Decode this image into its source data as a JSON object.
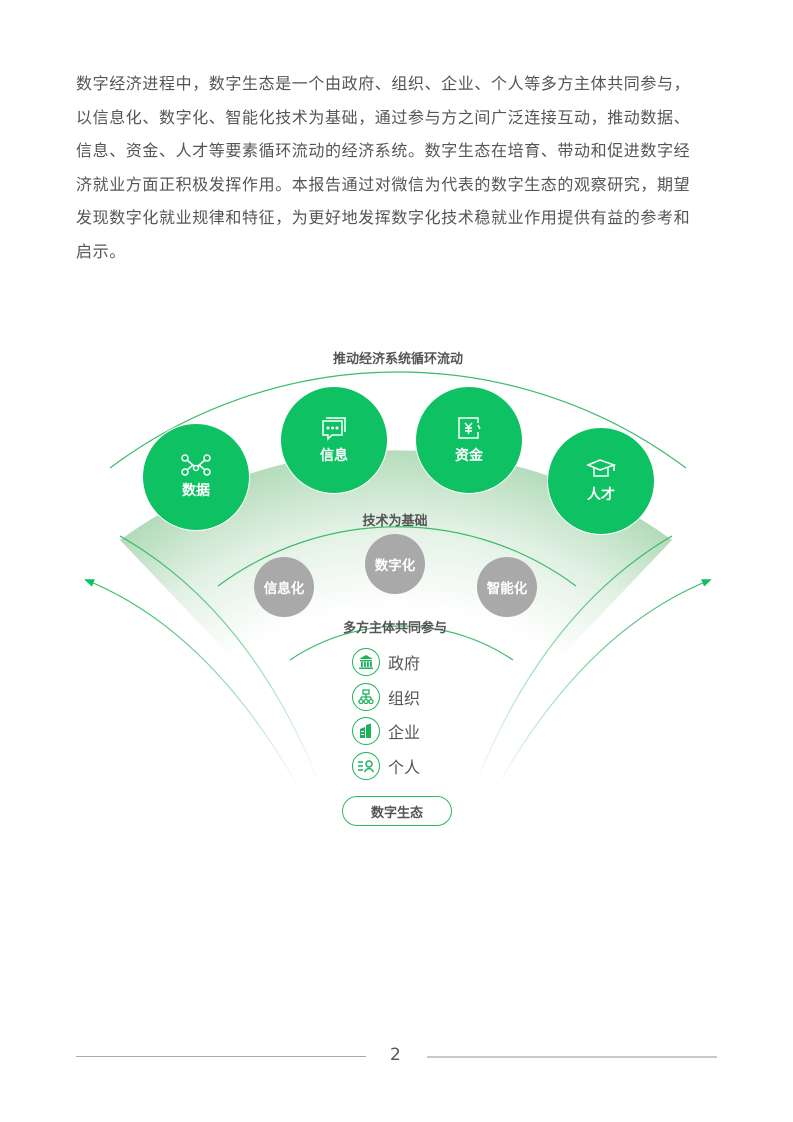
{
  "paragraph": {
    "lines": [
      "数字经济进程中，数字生态是一个由政府、组织、企业、个人等多方主体共同参与，",
      "以信息化、数字化、智能化技术为基础，通过参与方之间广泛连接互动，推动数据、",
      "信息、资金、人才等要素循环流动的经济系统。数字生态在培育、带动和促进数字经",
      "济就业方面正积极发挥作用。本报告通过对微信为代表的数字生态的观察研究，期望",
      "发现数字化就业规律和特征，为更好地发挥数字化技术稳就业作用提供有益的参考和",
      "启示。"
    ]
  },
  "diagram": {
    "outer_title": "推动经济系统循环流动",
    "elements": [
      {
        "label": "数据",
        "icon": "network-nodes-icon"
      },
      {
        "label": "信息",
        "icon": "chat-bubble-icon"
      },
      {
        "label": "资金",
        "icon": "yen-document-icon"
      },
      {
        "label": "人才",
        "icon": "graduation-cap-icon"
      }
    ],
    "middle_title": "技术为基础",
    "technologies": [
      {
        "label": "信息化"
      },
      {
        "label": "数字化"
      },
      {
        "label": "智能化"
      }
    ],
    "inner_title": "多方主体共同参与",
    "actors": [
      {
        "label": "政府",
        "icon": "government-building-icon"
      },
      {
        "label": "组织",
        "icon": "org-chart-icon"
      },
      {
        "label": "企业",
        "icon": "buildings-icon"
      },
      {
        "label": "个人",
        "icon": "person-list-icon"
      }
    ],
    "root_label": "数字生态",
    "colors": {
      "green": "#0ec162",
      "gray": "#a9a9a9",
      "line": "#2db864",
      "fan_light": "#b6dcbd"
    }
  },
  "footer": {
    "page_number": "2"
  }
}
